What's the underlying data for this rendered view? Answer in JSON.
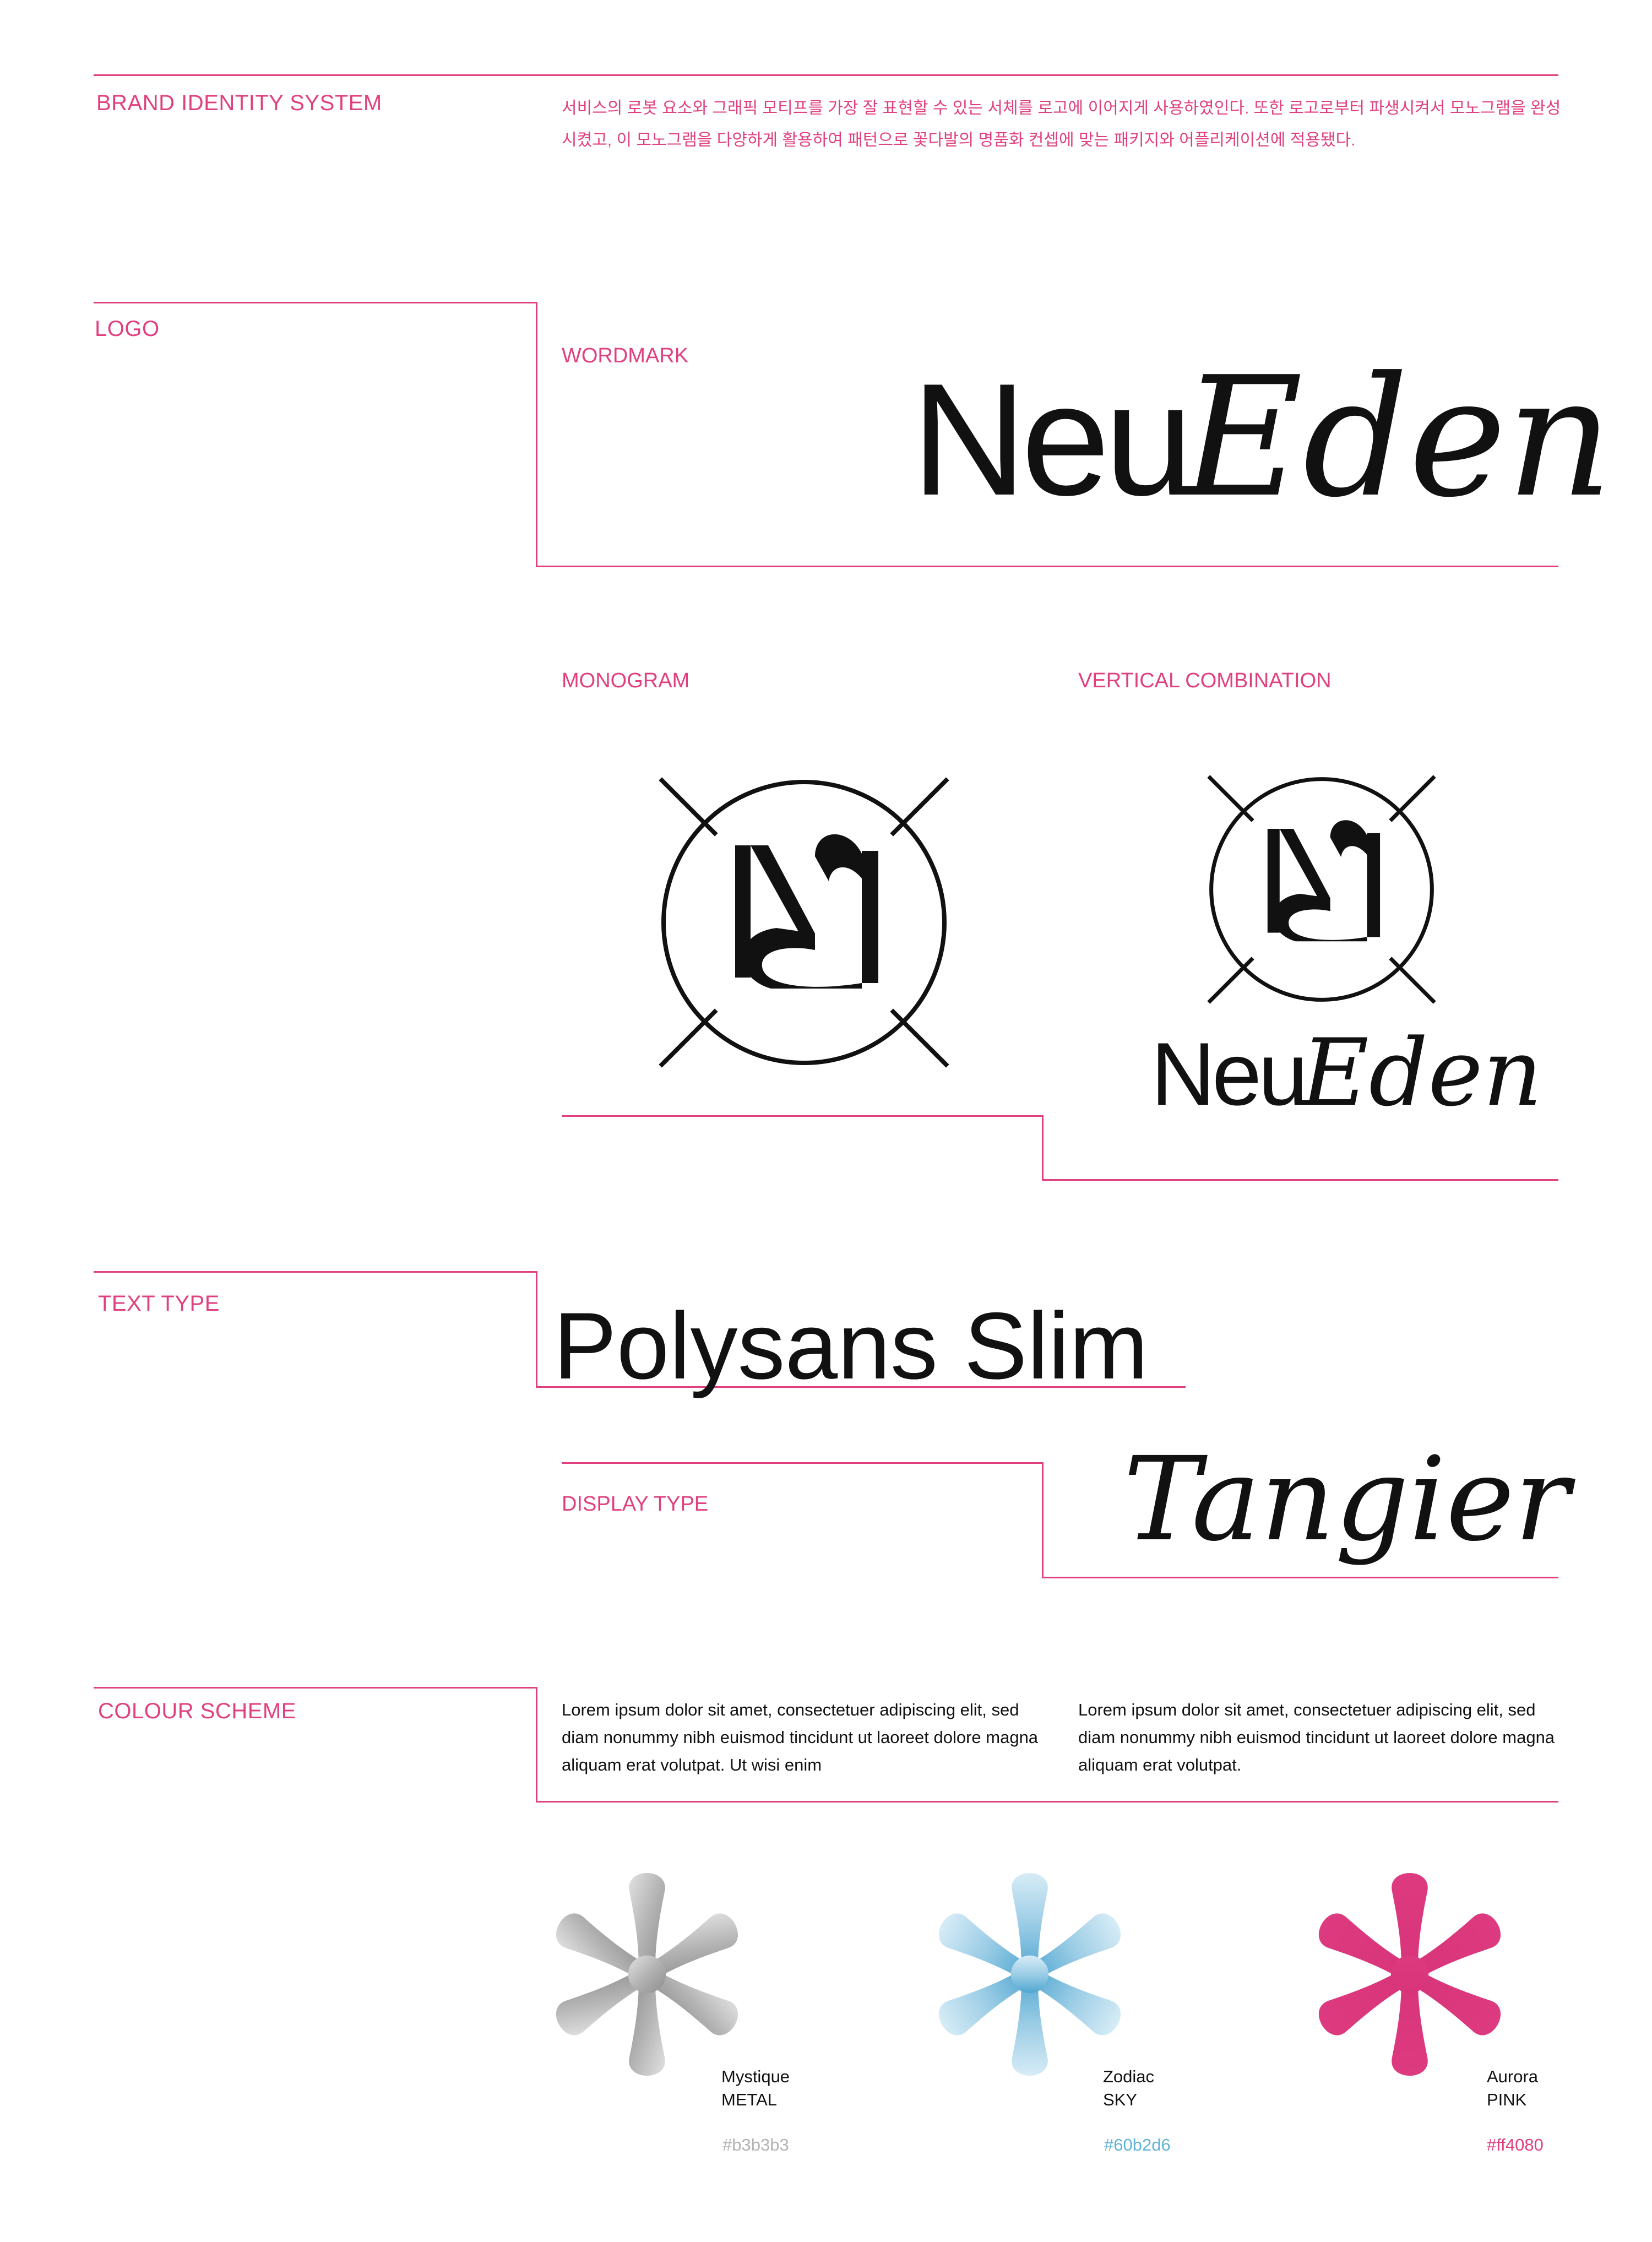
{
  "brand_identity": {
    "label": "BRAND IDENTITY SYSTEM",
    "description": "서비스의 로봇 요소와 그래픽 모티프를 가장 잘 표현할 수 있는 서체를 로고에 이어지게 사용하였인다. 또한 로고로부터 파생시켜서 모노그램을 완성시켰고, 이 모노그램을 다양하게 활용하여 패턴으로 꽃다발의 명품화 컨셉에 맞는 패키지와 어플리케이션에 적용됐다."
  },
  "logo": {
    "label": "LOGO",
    "wordmark_label": "WORDMARK",
    "monogram_label": "MONOGRAM",
    "vertical_label": "VERTICAL COMBINATION",
    "wordmark_part1": "Neu",
    "wordmark_part2": "Eden"
  },
  "typography": {
    "text_type_label": "TEXT TYPE",
    "text_type_sample": "Polysans Slim",
    "display_type_label": "DISPLAY TYPE",
    "display_type_sample": "Tangier"
  },
  "colour_scheme": {
    "label": "COLOUR SCHEME",
    "paragraph_1": "Lorem ipsum dolor sit amet, consectetuer adipiscing elit, sed diam nonummy nibh euismod tincidunt ut laoreet dolore magna aliquam erat volutpat. Ut wisi enim",
    "paragraph_2": "Lorem ipsum dolor sit amet, consectetuer adipiscing elit, sed diam nonummy nibh euismod tincidunt ut laoreet dolore magna aliquam erat volutpat.",
    "swatches": [
      {
        "name": "Mystique",
        "family": "METAL",
        "hex": "#b3b3b3",
        "color": "#b3b3b3"
      },
      {
        "name": "Zodiac",
        "family": "SKY",
        "hex": "#60b2d6",
        "color": "#60b2d6"
      },
      {
        "name": "Aurora",
        "family": "PINK",
        "hex": "#ff4080",
        "color": "#dd3a80"
      }
    ]
  },
  "colors": {
    "accent": "#e0407f",
    "ink": "#111111",
    "background": "#ffffff"
  },
  "icons": [
    "monogram-emblem-icon",
    "asterisk-flower-icon"
  ]
}
